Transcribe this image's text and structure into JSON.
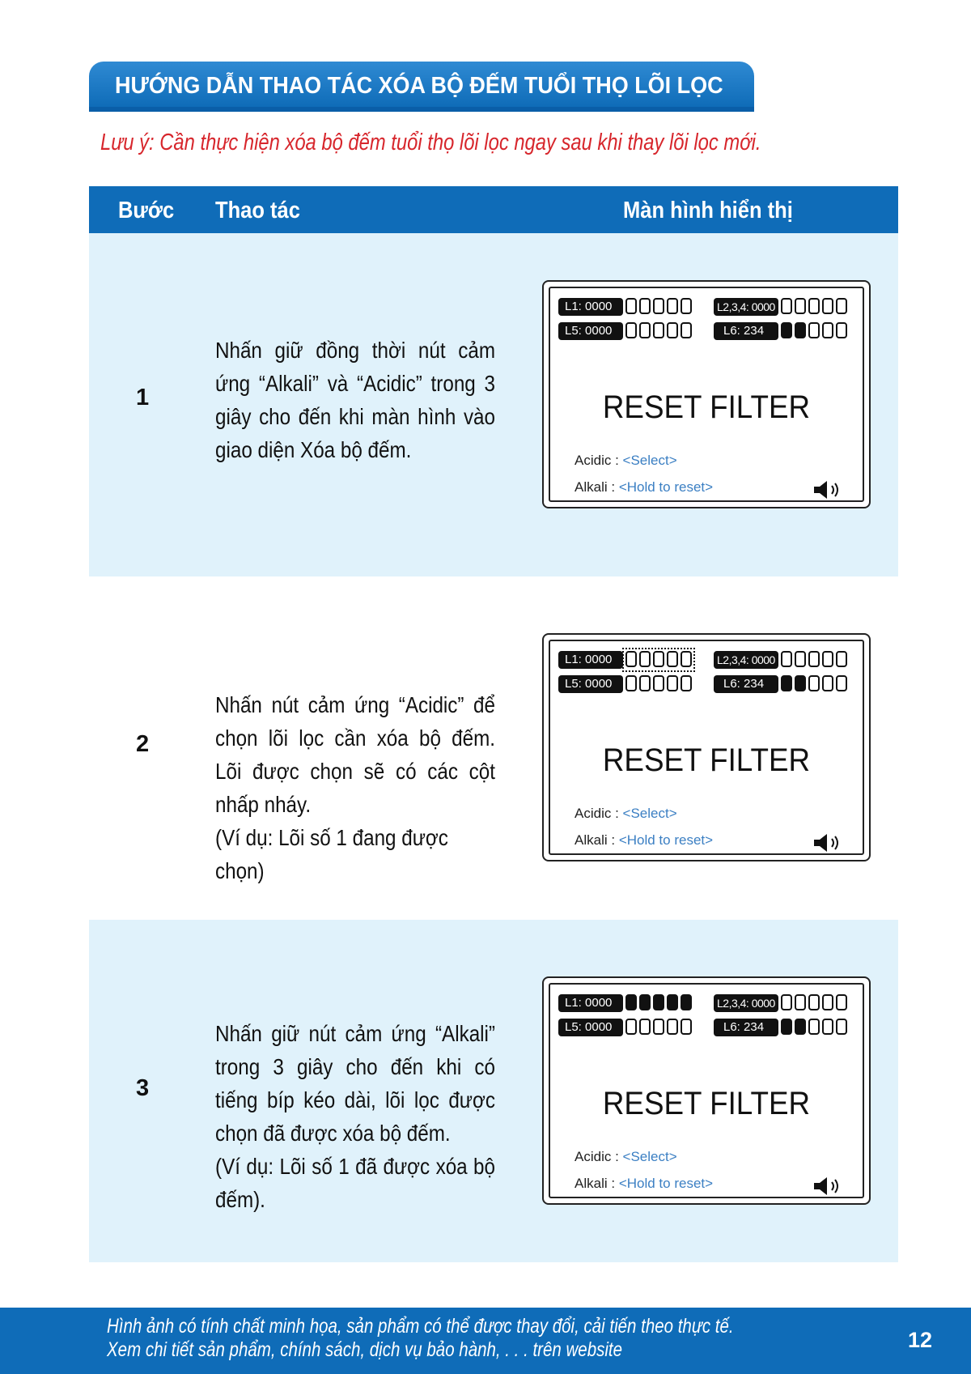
{
  "header": {
    "title": "HƯỚNG DẪN THAO TÁC XÓA BỘ ĐẾM TUỔI THỌ LÕI LỌC",
    "note": "Lưu ý: Cần thực hiện xóa bộ đếm tuổi thọ lõi lọc ngay sau khi thay lõi lọc mới."
  },
  "table": {
    "columns": [
      "Bước",
      "Thao tác",
      "Màn hình hiển thị"
    ],
    "steps": [
      {
        "number": "1",
        "lines": [
          "Nhấn giữ đồng thời nút cảm ứng “Alkali” và “Acidic” trong 3 giây cho đến khi màn hình vào giao diện Xóa bộ đếm."
        ],
        "screen": {
          "tag_l1": "L1: 0000",
          "tag_l234": "L2,3,4: 0000",
          "tag_l5": "L5: 0000",
          "tag_l6": "L6: 234",
          "l1_bars_filled": 0,
          "l1_selected": false,
          "l6_bars_filled": 2,
          "title": "RESET FILTER",
          "acidic_label": "Acidic :",
          "acidic_value": "<Select>",
          "alkali_label": "Alkali  :",
          "alkali_value": "<Hold to reset>"
        }
      },
      {
        "number": "2",
        "lines": [
          "Nhấn nút cảm ứng “Acidic” để chọn lõi lọc cần xóa bộ đếm. Lõi được chọn sẽ có các cột nhấp nháy.",
          "(Ví dụ: Lõi số 1 đang được chọn)"
        ],
        "screen": {
          "tag_l1": "L1: 0000",
          "tag_l234": "L2,3,4: 0000",
          "tag_l5": "L5: 0000",
          "tag_l6": "L6: 234",
          "l1_bars_filled": 0,
          "l1_selected": true,
          "l6_bars_filled": 2,
          "title": "RESET FILTER",
          "acidic_label": "Acidic :",
          "acidic_value": "<Select>",
          "alkali_label": "Alkali  :",
          "alkali_value": "<Hold to reset>"
        }
      },
      {
        "number": "3",
        "lines": [
          "Nhấn giữ nút cảm ứng “Alkali” trong 3 giây cho đến khi có tiếng bíp kéo dài, lõi lọc được chọn đã được xóa bộ đếm.",
          "(Ví dụ: Lõi số 1 đã được xóa bộ đếm)."
        ],
        "screen": {
          "tag_l1": "L1: 0000",
          "tag_l234": "L2,3,4: 0000",
          "tag_l5": "L5: 0000",
          "tag_l6": "L6: 234",
          "l1_bars_filled": 5,
          "l1_selected": false,
          "l6_bars_filled": 2,
          "title": "RESET FILTER",
          "acidic_label": "Acidic :",
          "acidic_value": "<Select>",
          "alkali_label": "Alkali  :",
          "alkali_value": "<Hold to reset>"
        }
      }
    ]
  },
  "footer": {
    "line1": "Hình ảnh có tính chất minh họa, sản phẩm có thể được thay đổi, cải tiến theo thực tế.",
    "line2": "Xem chi tiết sản phẩm, chính sách, dịch vụ bảo hành, . . . trên website",
    "page_number": "12"
  },
  "colors": {
    "brand_blue": "#0f6cb8",
    "row_shade": "#e0f2fb",
    "note_red": "#d7262c",
    "lcd_value_blue": "#3b7fc3"
  },
  "icons": [
    "speaker-icon"
  ]
}
